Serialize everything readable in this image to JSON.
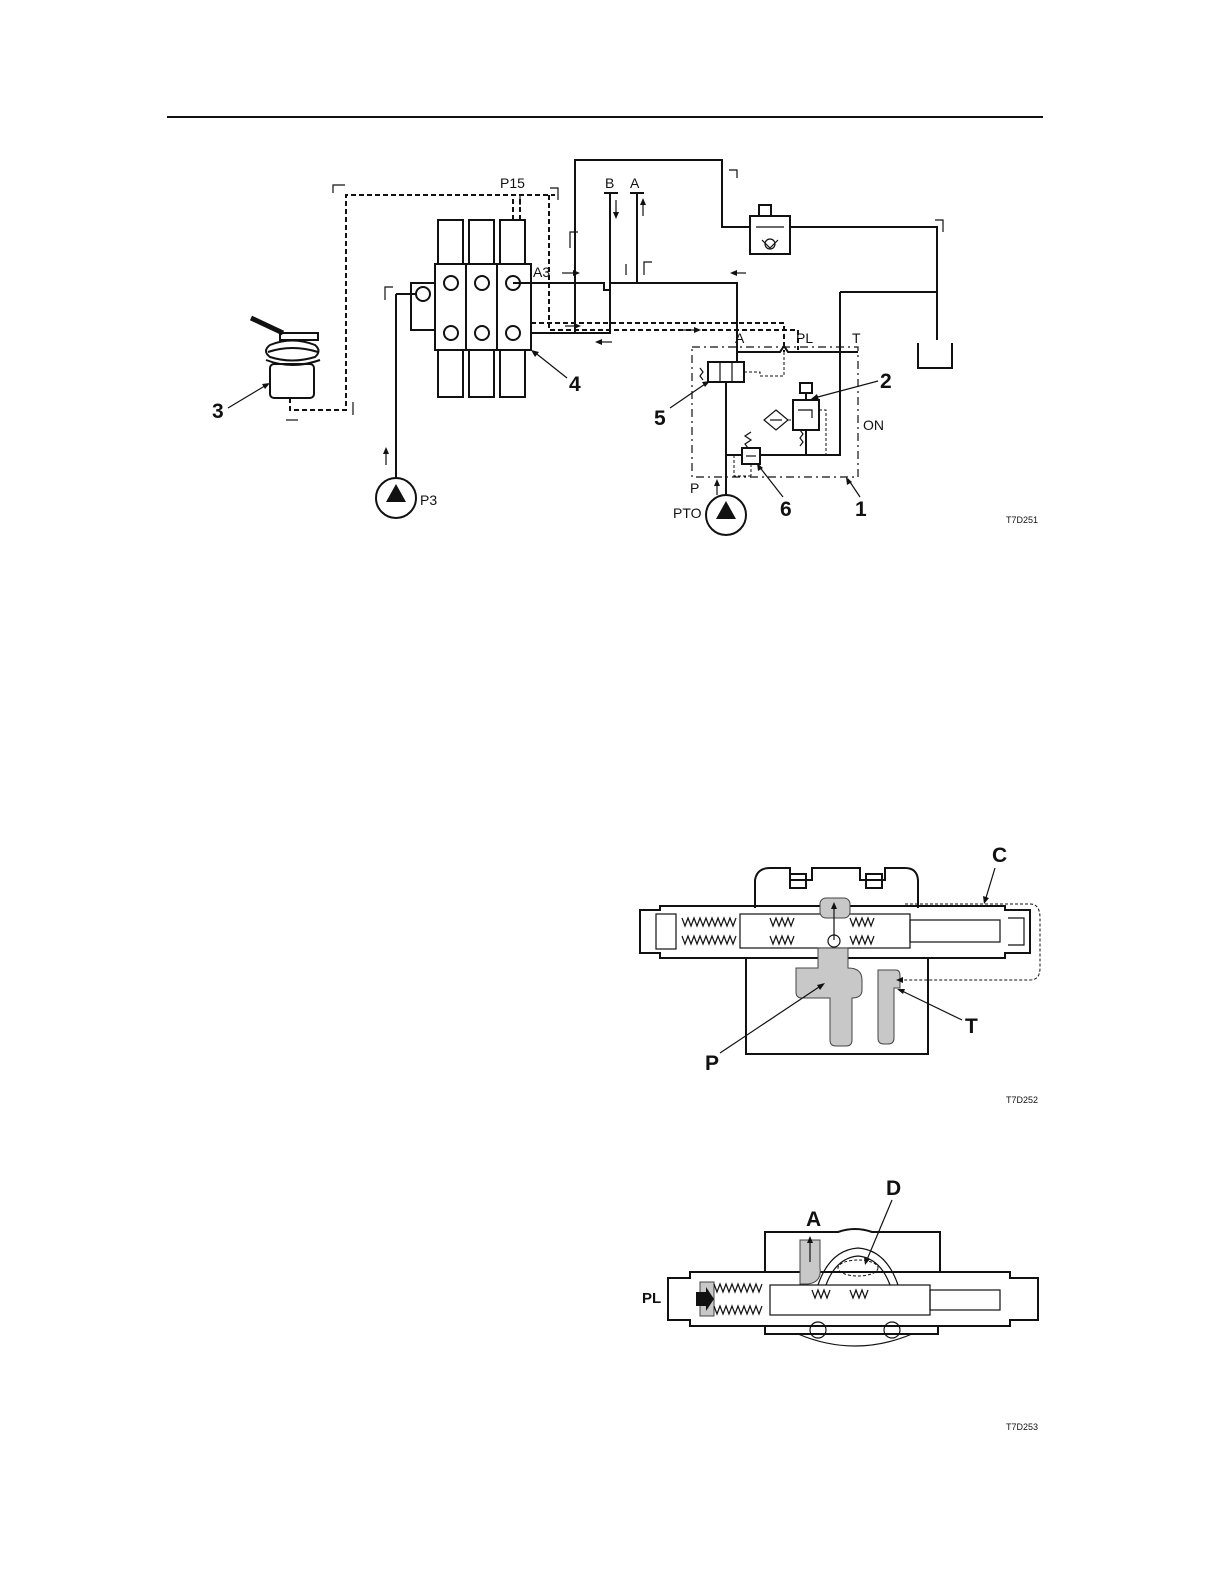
{
  "diagram1": {
    "labels": {
      "b": "B",
      "a": "A",
      "p15": "P15",
      "a3": "A3",
      "pl": "PL",
      "a_port": "A",
      "t": "T",
      "on": "ON",
      "p": "P",
      "pto": "PTO",
      "p3": "P3"
    },
    "callouts": {
      "n1": "1",
      "n2": "2",
      "n3": "3",
      "n4": "4",
      "n5": "5",
      "n6": "6"
    },
    "ref": "T7D251"
  },
  "diagram2": {
    "labels": {
      "c": "C",
      "p": "P",
      "t": "T"
    },
    "ref": "T7D252"
  },
  "diagram3": {
    "labels": {
      "a": "A",
      "d": "D",
      "pl": "PL"
    },
    "ref": "T7D253"
  }
}
